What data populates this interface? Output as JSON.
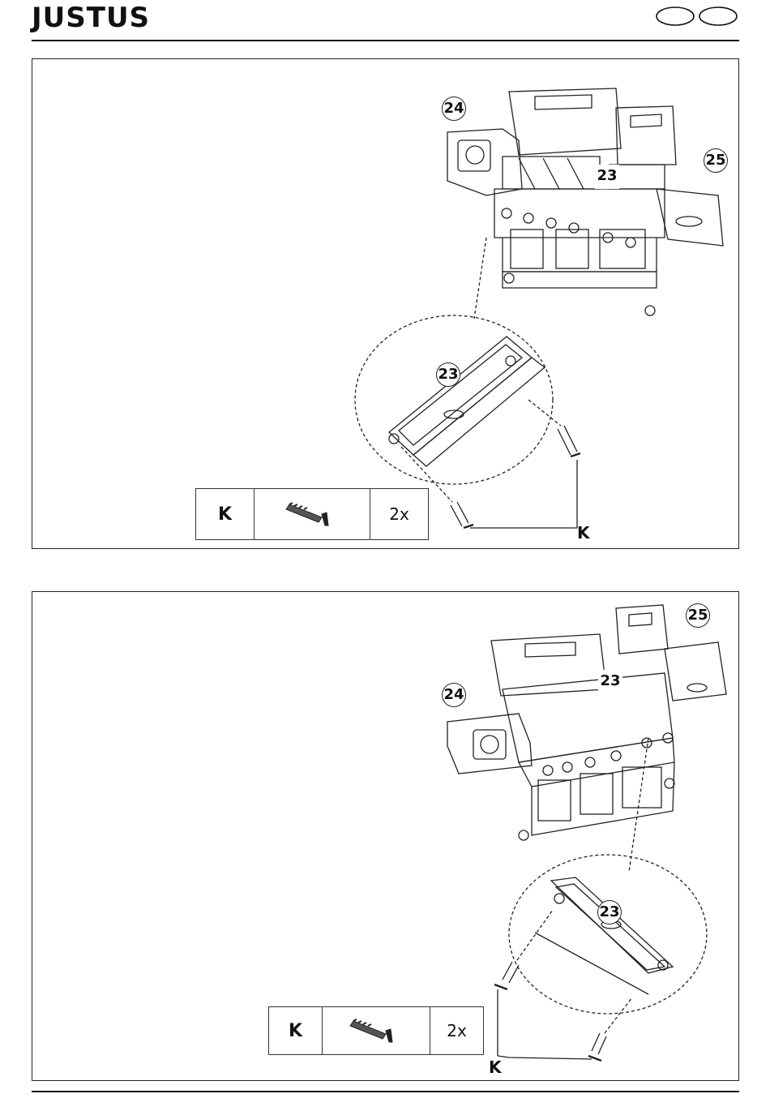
{
  "header": {
    "brand": "JUSTUS"
  },
  "step1": {
    "callouts": [
      "24",
      "25",
      "23",
      "23"
    ],
    "screw_label": "K",
    "parts": {
      "letter": "K",
      "qty": "2x"
    }
  },
  "step2": {
    "callouts": [
      "25",
      "24",
      "23",
      "23"
    ],
    "screw_label": "K",
    "parts": {
      "letter": "K",
      "qty": "2x"
    }
  }
}
